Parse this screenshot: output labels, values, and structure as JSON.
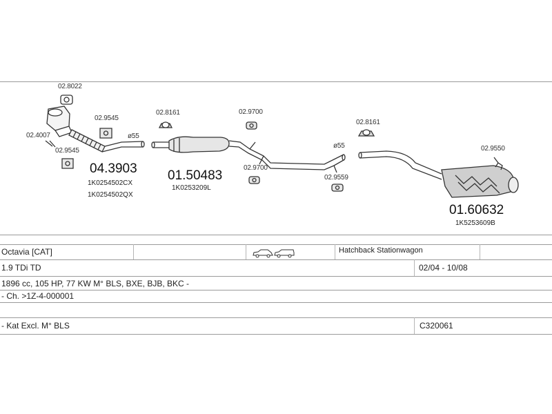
{
  "diagram": {
    "parts": {
      "p_028022": "02.8022",
      "p_024007": "02.4007",
      "p_029545_top": "02.9545",
      "p_029545_bottom": "02.9545",
      "p_028161_a": "02.8161",
      "p_029700_top": "02.9700",
      "p_029700_bottom": "02.9700",
      "p_028161_b": "02.8161",
      "p_029559": "02.9559",
      "p_029550": "02.9550",
      "dia_a": "ø55",
      "dia_b": "ø55"
    },
    "assemblies": [
      {
        "number": "04.3903",
        "refs": [
          "1K0254502CX",
          "1K0254502QX"
        ]
      },
      {
        "number": "01.50483",
        "refs": [
          "1K0253209L"
        ]
      },
      {
        "number": "01.60632",
        "refs": [
          "1K5253609B"
        ]
      }
    ]
  },
  "info": {
    "model": "Octavia  [CAT]",
    "body_types": "Hatchback Stationwagon",
    "engine": "1.9 TDi TD",
    "period": "02/04 - 10/08",
    "engine_details": "1896 cc, 105 HP, 77 KW M° BLS, BXE, BJB, BKC -",
    "chassis": "- Ch. >1Z-4-000001",
    "note": "- Kat Excl. M° BLS",
    "code": "C320061"
  }
}
